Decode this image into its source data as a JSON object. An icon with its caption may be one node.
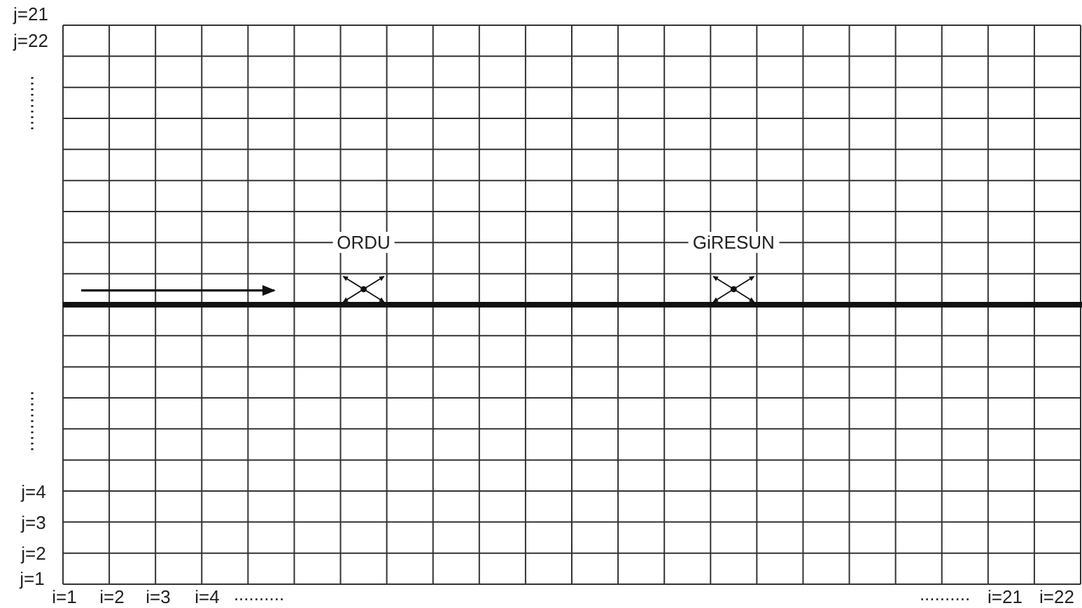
{
  "diagram": {
    "labels": [
      "j=21",
      "j=22",
      "ORDU",
      "GiRESUN",
      "j=4",
      "j=3",
      "j=2",
      "j=1",
      "i=1",
      "i=2",
      "i=3",
      "i=4",
      "..........",
      "..........",
      "i=21",
      "i=22"
    ]
  }
}
